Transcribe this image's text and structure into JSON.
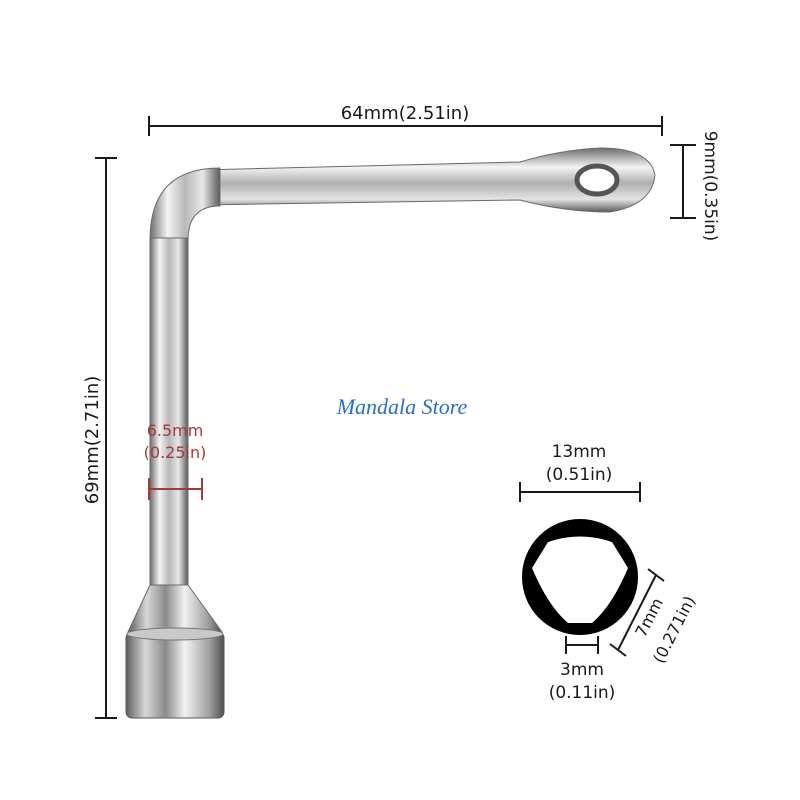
{
  "dimensions": {
    "overall_width": "64mm(2.51in)",
    "eye_height": "9mm(0.35in)",
    "overall_height": "69mm(2.71in)",
    "rod_diameter_mm": "6.5mm",
    "rod_diameter_in": "(0.25in)",
    "socket_width_mm": "13mm",
    "socket_width_in": "(0.51in)",
    "triangle_side": "7mm",
    "triangle_side_in": "(0.271in)",
    "tip_width_mm": "3mm",
    "tip_width_in": "(0.11in)"
  },
  "watermark": "Mandala Store",
  "colors": {
    "line": "#1a1a1a",
    "watermark": "#2a6fc9",
    "rod_label": "#a23a3a",
    "background": "#ffffff"
  }
}
